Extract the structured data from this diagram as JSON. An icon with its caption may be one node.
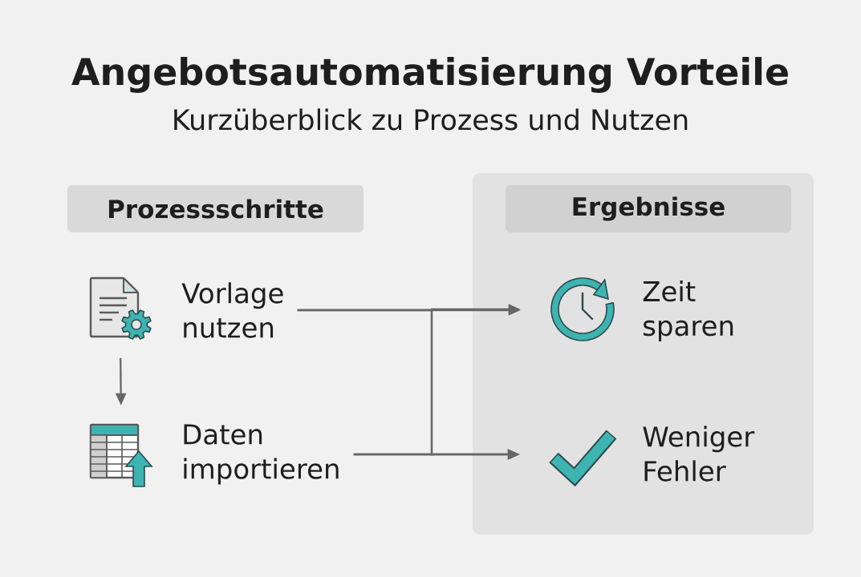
{
  "diagram": {
    "title": "Angebotsautomatisierung Vorteile",
    "nodes": [
      {
        "text": [
          "Prozessschritte"
        ]
      },
      {
        "text": [],
        "shape": "picture"
      },
      {
        "text": [
          "Vorlage nutzen"
        ]
      },
      {
        "text": [],
        "shape": "picture"
      },
      {
        "text": [
          "Daten importieren"
        ]
      },
      {
        "text": [],
        "shape": "box"
      },
      {
        "text": [
          "Ergebnisse"
        ],
        "in": 5
      },
      {
        "text": [],
        "shape": "picture",
        "in": 5
      },
      {
        "text": [
          "Zeit sparen"
        ],
        "in": 5
      },
      {
        "text": [],
        "shape": "picture",
        "in": 5
      },
      {
        "text": [
          "Weniger Fehler"
        ],
        "in": 5
      }
    ],
    "edges": [
      {
        "from": 1,
        "to": 3,
        "arrow": "to"
      },
      {
        "from": 2,
        "to": 7,
        "arrow": "to"
      },
      {
        "from": 2,
        "to": 9,
        "arrow": "to"
      },
      {
        "from": 4,
        "to": 7,
        "arrow": "to"
      },
      {
        "from": 4,
        "to": 9,
        "arrow": "to"
      }
    ],
    "labels": [
      "Kurzüberblick zu Prozess und Nutzen"
    ]
  }
}
